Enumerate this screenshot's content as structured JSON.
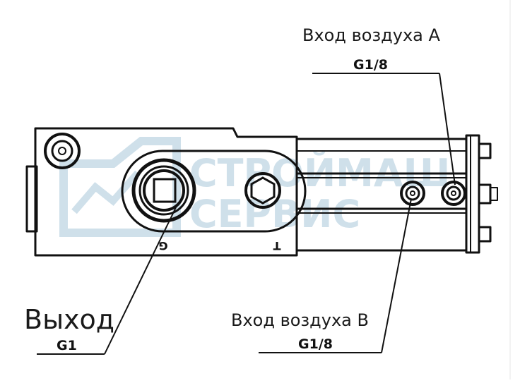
{
  "labels": {
    "inlet_a": {
      "text": "Вход воздуха A",
      "thread": "G1/8"
    },
    "inlet_b": {
      "text": "Вход воздуха B",
      "thread": "G1/8"
    },
    "outlet": {
      "text": "Выход",
      "thread": "G1"
    }
  },
  "body_marks": {
    "port_g": "G",
    "port_t": "T"
  },
  "watermark": {
    "line1": "СТРОЙМАШ",
    "line2": "СЕРВИС"
  },
  "colors": {
    "ink": "#111111",
    "watermark": "#cfe0ea"
  }
}
